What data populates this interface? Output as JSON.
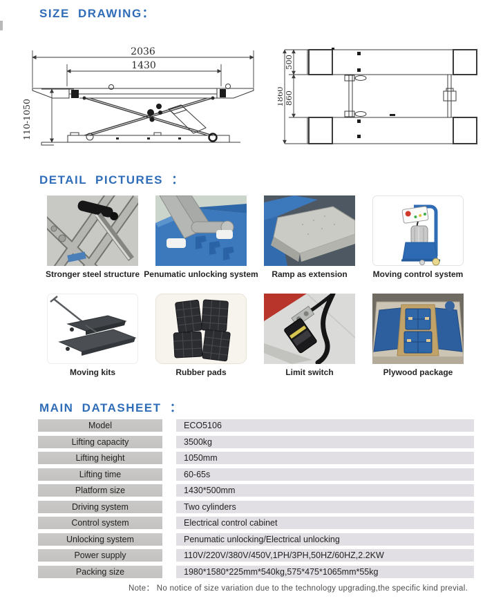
{
  "accent_color": "#2f6db8",
  "size_drawing": {
    "heading": "SIZE DRAWING：",
    "side_view": {
      "overall_length": "2036",
      "platform_length": "1430",
      "lift_height_range": "110-1050"
    },
    "top_view": {
      "platform_width": "500",
      "inner_clearance": "860",
      "overall_width": "1860"
    }
  },
  "detail_pictures": {
    "heading": "DETAIL PICTURES ：",
    "items": [
      {
        "caption": "Stronger steel structure",
        "icon": "steel-structure-photo"
      },
      {
        "caption": "Penumatic unlocking system",
        "icon": "pneumatic-unlock-photo"
      },
      {
        "caption": "Ramp as extension",
        "icon": "ramp-extension-photo"
      },
      {
        "caption": "Moving control system",
        "icon": "control-cart-photo"
      },
      {
        "caption": "Moving kits",
        "icon": "moving-kits-photo"
      },
      {
        "caption": "Rubber pads",
        "icon": "rubber-pads-photo"
      },
      {
        "caption": "Limit switch",
        "icon": "limit-switch-photo"
      },
      {
        "caption": "Plywood package",
        "icon": "plywood-package-photo"
      }
    ]
  },
  "datasheet": {
    "heading": "MAIN DATASHEET ：",
    "rows": [
      {
        "label": "Model",
        "value": "ECO5106"
      },
      {
        "label": "Lifting capacity",
        "value": "3500kg"
      },
      {
        "label": "Lifting height",
        "value": "1050mm"
      },
      {
        "label": "Lifting time",
        "value": "60-65s"
      },
      {
        "label": "Platform size",
        "value": "1430*500mm"
      },
      {
        "label": "Driving system",
        "value": "Two cylinders"
      },
      {
        "label": "Control system",
        "value": "Electrical control cabinet"
      },
      {
        "label": "Unlocking system",
        "value": "Penumatic unlocking/Electrical unlocking"
      },
      {
        "label": "Power supply",
        "value": "110V/220V/380V/450V,1PH/3PH,50HZ/60HZ,2.2KW"
      },
      {
        "label": "Packing size",
        "value": "1980*1580*225mm*540kg,575*475*1065mm*55kg"
      }
    ],
    "note": "Note： No notice of size variation due to the technology upgrading,the specific kind previal."
  }
}
